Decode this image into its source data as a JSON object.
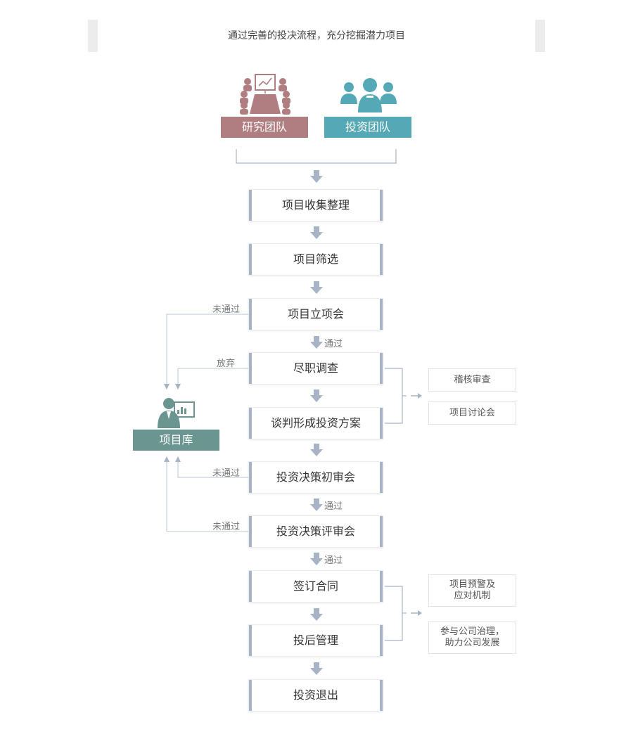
{
  "header": {
    "text": "通过完善的投决流程，充分挖掘潜力项目"
  },
  "teams": {
    "research": "研究团队",
    "invest": "投资团队"
  },
  "steps": [
    "项目收集整理",
    "项目筛选",
    "项目立项会",
    "尽职调查",
    "谈判形成投资方案",
    "投资决策初审会",
    "投资决策评审会",
    "签订合同",
    "投后管理",
    "投资退出"
  ],
  "edge_labels": {
    "pass_1": "通过",
    "pass_2": "通过",
    "pass_3": "通过",
    "fail_1": "未通过",
    "abandon": "放弃",
    "fail_2": "未通过",
    "fail_3": "未通过"
  },
  "repository": {
    "label": "项目库"
  },
  "side_notes": {
    "audit": "稽核审查",
    "discussion": "项目讨论会",
    "warning_line1": "项目预警及",
    "warning_line2": "应对机制",
    "governance_line1": "参与公司治理，",
    "governance_line2": "助力公司发展"
  },
  "colors": {
    "research": "#b07e81",
    "invest": "#55a8b5",
    "repository": "#6a9591",
    "arrow": "#a9b3c6",
    "connector": "#a9b3c6",
    "header_cap": "#ececec"
  },
  "icons": {
    "research": "meeting-presentation-icon",
    "invest": "team-group-icon",
    "repository": "presenter-board-icon"
  }
}
